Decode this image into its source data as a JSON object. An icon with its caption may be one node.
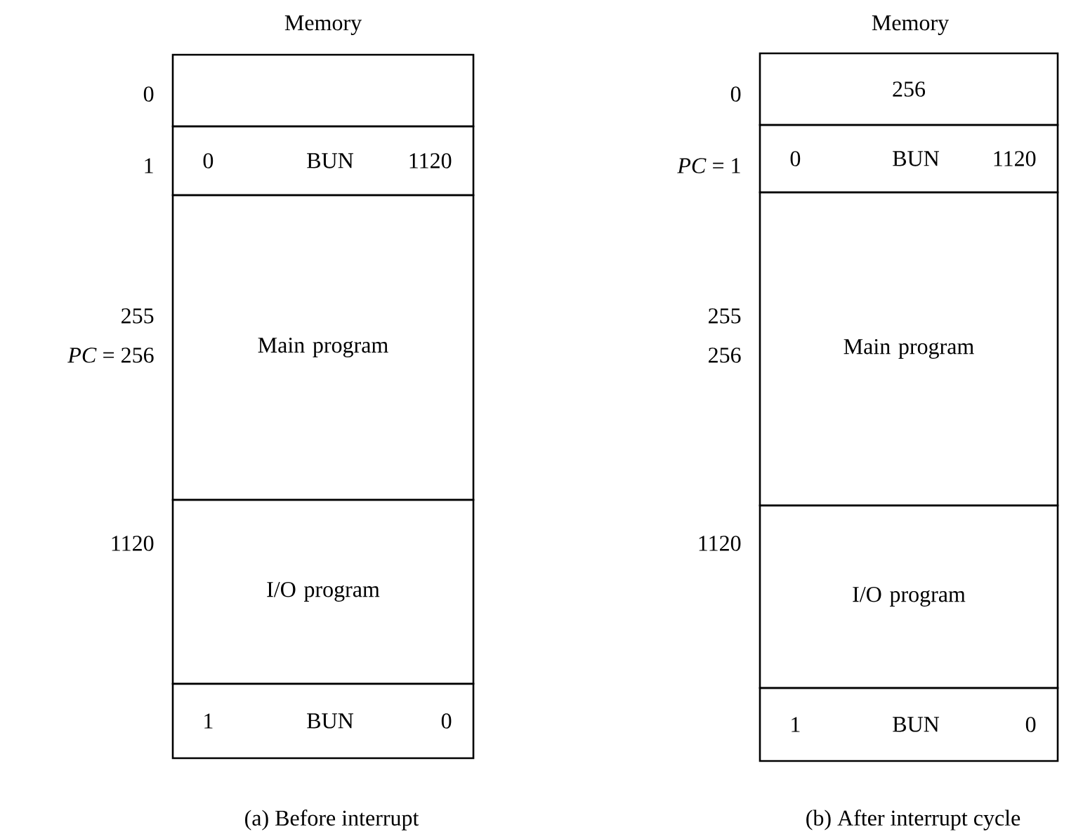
{
  "diagram": {
    "nodes": [
      {
        "text": [],
        "shape": "box",
        "beside": [
          "0"
        ]
      },
      {
        "text": [
          "0",
          "BUN",
          "1120"
        ],
        "beside": [
          "1"
        ]
      },
      {
        "text": [
          "Main program"
        ],
        "beside": [
          "255",
          "*PC* = 256"
        ]
      },
      {
        "text": [
          "I/O program"
        ],
        "beside": [
          "1120"
        ]
      },
      {
        "text": [
          "1",
          "BUN",
          "0"
        ]
      },
      {
        "text": [
          "256"
        ],
        "beside": [
          "0"
        ]
      },
      {
        "text": [
          "0",
          "BUN",
          "1120"
        ],
        "beside": [
          "*PC* = 1"
        ]
      },
      {
        "text": [
          "Main program"
        ],
        "beside": [
          "255",
          "256"
        ]
      },
      {
        "text": [
          "I/O program"
        ],
        "beside": [
          "1120"
        ]
      },
      {
        "text": [
          "1",
          "BUN",
          "0"
        ]
      }
    ],
    "edges": [],
    "labels": [
      "Memory",
      "Memory",
      "(a) Before interrupt",
      "(b) After interrupt cycle"
    ]
  }
}
